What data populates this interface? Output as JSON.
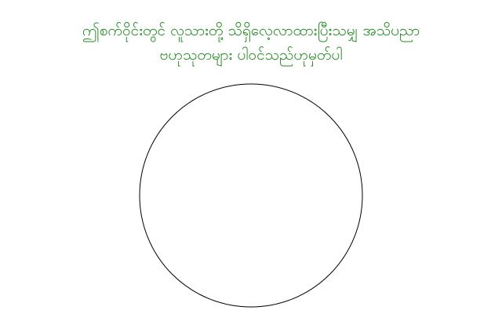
{
  "caption": {
    "line1": "ဤစက်ဝိုင်းတွင် လူသားတို့ သိရှိလေ့လာထားပြီးသမျှ အသိပညာ",
    "line2": "ဗဟုသုတများ ပါဝင်သည်ဟုမှတ်ပါ",
    "color": "#228b22"
  },
  "figure": {
    "shape": "circle",
    "stroke_color": "#000000",
    "fill": "none"
  }
}
